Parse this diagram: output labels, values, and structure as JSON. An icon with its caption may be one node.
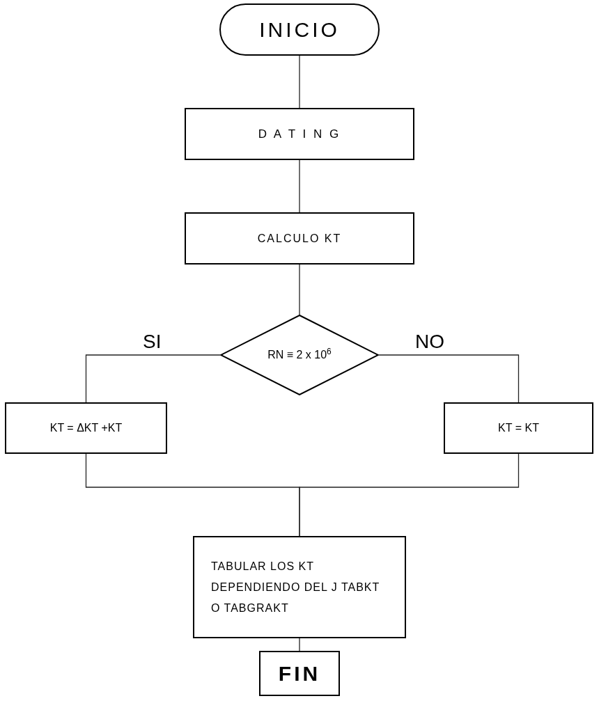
{
  "diagram": {
    "nodes": [
      {
        "text": [
          "INICIO"
        ]
      },
      {
        "text": [
          "D A T I N G"
        ]
      },
      {
        "text": [
          "CALCULO KT"
        ]
      },
      {
        "text": [
          "RN ≡ 2 x 10$^{6}$"
        ]
      },
      {
        "text": [
          "KT = ΔKT +KT"
        ]
      },
      {
        "text": [
          "KT = KT"
        ]
      },
      {
        "text": [
          "TABULAR LOS KT DEPENDIENDO DEL J TABKT O TABGRAKT"
        ]
      },
      {
        "text": [
          "FIN"
        ]
      }
    ],
    "edges": [
      {
        "from": 0,
        "to": 1,
        "arrow": "none"
      },
      {
        "from": 1,
        "to": 2,
        "arrow": "none"
      },
      {
        "from": 2,
        "to": 3,
        "arrow": "none"
      },
      {
        "from": 3,
        "to": 4,
        "arrow": "none"
      },
      {
        "from": 3,
        "to": 5,
        "arrow": "none"
      },
      {
        "from": 4,
        "to": 6,
        "arrow": "none"
      },
      {
        "from": 5,
        "to": 6,
        "arrow": "none"
      },
      {
        "from": 6,
        "to": 7,
        "arrow": "none"
      }
    ],
    "labels": [
      "SI",
      "NO"
    ]
  }
}
